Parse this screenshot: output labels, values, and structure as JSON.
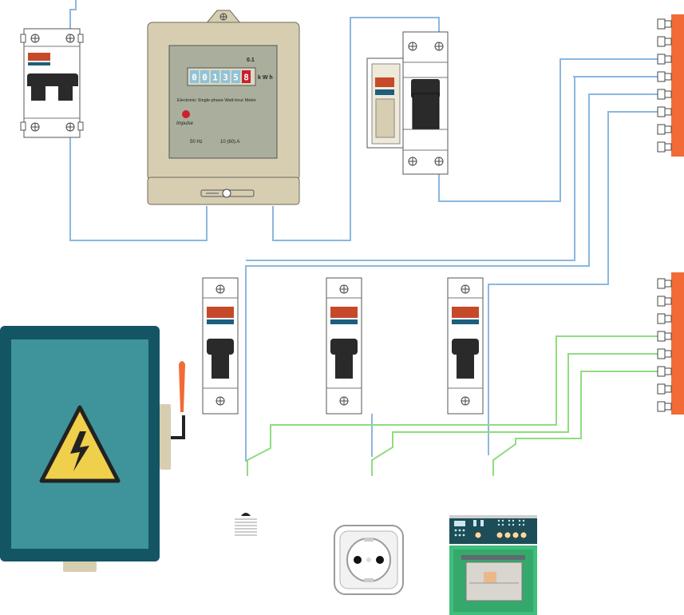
{
  "meter": {
    "digits": [
      "0",
      "0",
      "1",
      "3",
      "5",
      "8"
    ],
    "resolution": "0.1",
    "unit": "k W h",
    "title": "Electronic Single-phase Watt-hour Meter",
    "impulse_label": "Impulse",
    "frequency": "50 Hz",
    "current_rating": "10 (60) A"
  },
  "colors": {
    "wire_phase": "#8ab8e0",
    "wire_neutral": "#90dc80",
    "busbar": "#f26a35",
    "panel": "#145564",
    "panel_inner": "#3f949b",
    "meter_body": "#d7ceb2",
    "meter_face": "#a9af9c",
    "breaker_red": "#c64a2a",
    "breaker_blue": "#1d5e7e",
    "handle": "#2a2a2a",
    "oven_green": "#3fbe7c"
  },
  "icons": {
    "warning": "high-voltage-warning-icon",
    "socket": "schuko-socket-icon",
    "lamp": "light-bulb-icon",
    "oven": "electric-oven-icon"
  }
}
